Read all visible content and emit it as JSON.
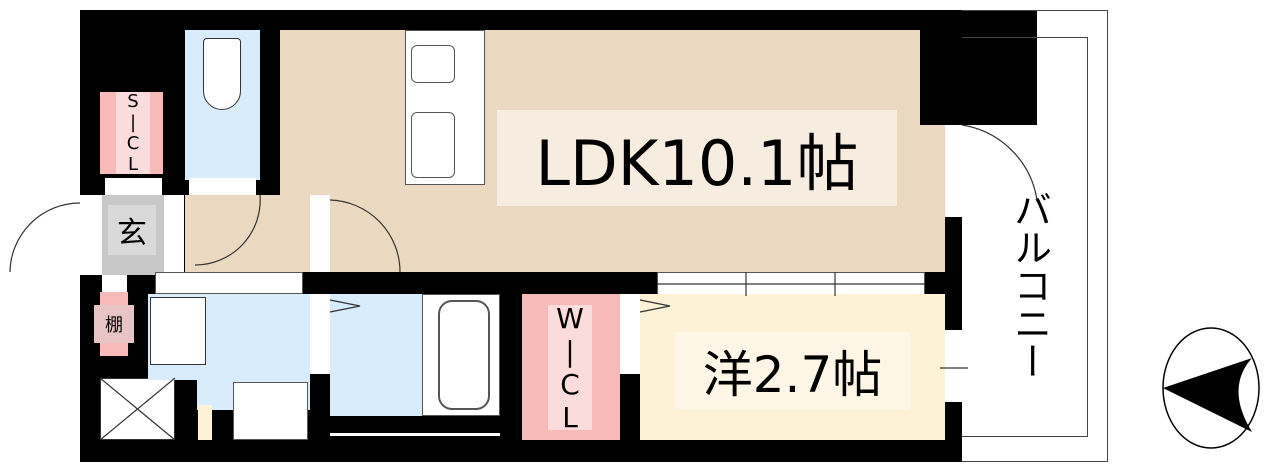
{
  "rooms": {
    "ldk": "LDK10.1帖",
    "western": "洋2.7帖",
    "entrance": "玄",
    "shelf": "棚",
    "shoe_closet": "S|CL",
    "walk_in_closet": "W|CL",
    "balcony": "バルコニー"
  },
  "colors": {
    "wall": "#000000",
    "ldk_floor": "#ead9c0",
    "wet_area": "#d9ecfb",
    "closet": "#f8b9b9",
    "western_floor": "#fdf1d6",
    "entrance_floor": "#c8c8c8"
  },
  "icons": [
    "compass-north-icon",
    "toilet-icon",
    "stove-icon",
    "sink-icon",
    "bathtub-icon",
    "washer-icon",
    "washbasin-icon",
    "pipe-space-icon"
  ]
}
